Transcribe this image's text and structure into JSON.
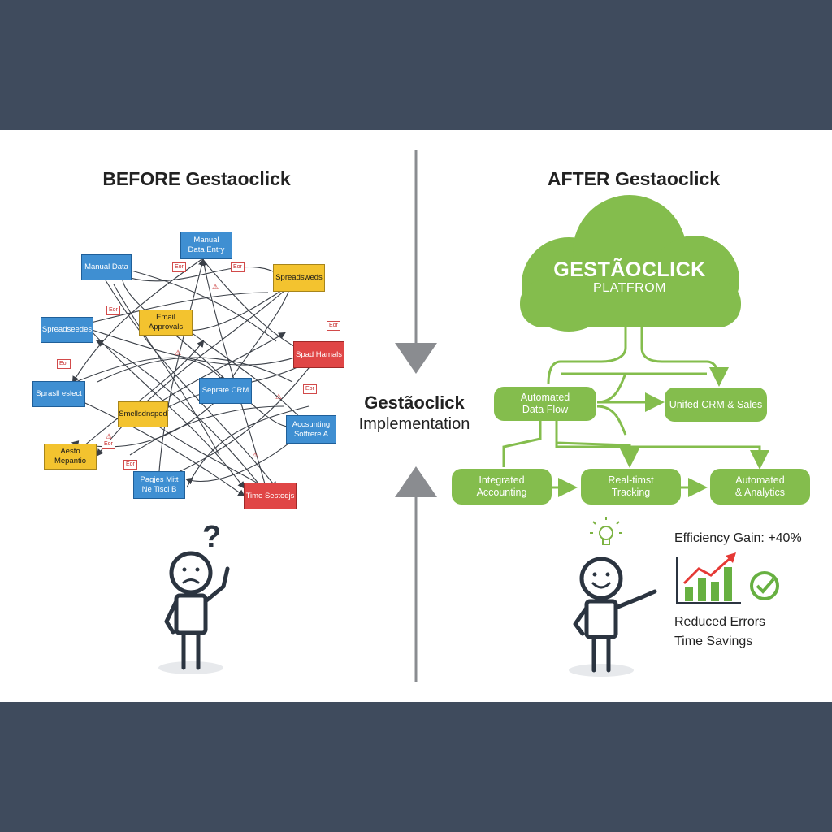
{
  "colors": {
    "band": "#3f4b5d",
    "accent_green": "#84bd4d",
    "blue": "#3f8fd2",
    "yellow": "#f3c32f",
    "red": "#e04646",
    "arrow_gray": "#8a8c90",
    "figure": "#2b3440"
  },
  "before": {
    "title": "BEFORE Gestaoclick",
    "nodes": [
      {
        "text": "Manual\nData Entry",
        "color": "blue"
      },
      {
        "text": "Manual Data",
        "color": "blue"
      },
      {
        "text": "Spreadsweds",
        "color": "yellow"
      },
      {
        "text": "Email Approvals",
        "color": "yellow"
      },
      {
        "text": "Spreadseedes",
        "color": "blue"
      },
      {
        "text": "Spad Hamals",
        "color": "red"
      },
      {
        "text": "Sprasll eslect",
        "color": "blue"
      },
      {
        "text": "Seprate CRM",
        "color": "blue"
      },
      {
        "text": "Smellsdnsped",
        "color": "yellow"
      },
      {
        "text": "Accsunting\nSoffrere A",
        "color": "blue"
      },
      {
        "text": "Aesto Mepantio",
        "color": "yellow"
      },
      {
        "text": "Pagjes Mitt\nNe Tiscl B",
        "color": "blue"
      },
      {
        "text": "Time Sestodjs",
        "color": "red"
      }
    ],
    "error_tags": [
      "Eor",
      "Eor",
      "Eor",
      "Eor",
      "Eor",
      "Eor",
      "Eor",
      "Eor"
    ],
    "warning_icon": "warning-triangle-icon",
    "question_mark": "?",
    "figure_mood": "confused"
  },
  "middle": {
    "title": "Gestãoclick",
    "subtitle": "Implementation"
  },
  "after": {
    "title": "AFTER Gestaoclick",
    "cloud_title": "GESTÃOCLICK",
    "cloud_subtitle": "PLATFROM",
    "nodes": {
      "data_flow": "Automated\nData Flow",
      "crm": "Unifed CRM & Sales",
      "accounting": "Integrated\nAccounting",
      "tracking": "Real-timst\nTracking",
      "analytics": "Automated\n& Analytics"
    },
    "efficiency": "Efficiency Gain: +40%",
    "reduced_errors": "Reduced Errors",
    "time_savings": "Time Savings",
    "chart_icon": "bar-chart-up-icon",
    "check_icon": "check-circle-icon",
    "bulb_icon": "lightbulb-icon",
    "figure_mood": "happy"
  }
}
